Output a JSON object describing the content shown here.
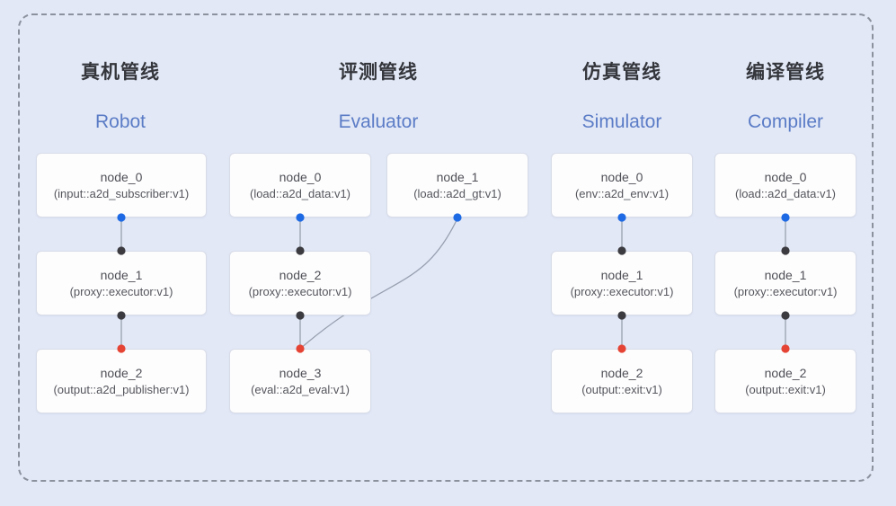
{
  "diagram": {
    "background_color": "#e2e8f6",
    "frame_border_color": "#8b919d",
    "colors": {
      "input_port_dot": "#1e6ae4",
      "internal_port_dot": "#3b3b40",
      "output_port_dot": "#e54435",
      "edge_line": "#98a0b0",
      "node_box_bg": "#fdfdfe",
      "node_box_border": "#d8dce7",
      "title_cn_color": "#34363c",
      "title_en_color": "#5b7cc6"
    },
    "pipelines": [
      {
        "title_cn": "真机管线",
        "title_en": "Robot",
        "nodes": [
          {
            "name": "node_0",
            "type": "(input::a2d_subscriber:v1)"
          },
          {
            "name": "node_1",
            "type": "(proxy::executor:v1)"
          },
          {
            "name": "node_2",
            "type": "(output::a2d_publisher:v1)"
          }
        ]
      },
      {
        "title_cn": "评测管线",
        "title_en": "Evaluator",
        "nodes": [
          {
            "name": "node_0",
            "type": "(load::a2d_data:v1)"
          },
          {
            "name": "node_1",
            "type": "(load::a2d_gt:v1)"
          },
          {
            "name": "node_2",
            "type": "(proxy::executor:v1)"
          },
          {
            "name": "node_3",
            "type": "(eval::a2d_eval:v1)"
          }
        ]
      },
      {
        "title_cn": "仿真管线",
        "title_en": "Simulator",
        "nodes": [
          {
            "name": "node_0",
            "type": "(env::a2d_env:v1)"
          },
          {
            "name": "node_1",
            "type": "(proxy::executor:v1)"
          },
          {
            "name": "node_2",
            "type": "(output::exit:v1)"
          }
        ]
      },
      {
        "title_cn": "编译管线",
        "title_en": "Compiler",
        "nodes": [
          {
            "name": "node_0",
            "type": "(load::a2d_data:v1)"
          },
          {
            "name": "node_1",
            "type": "(proxy::executor:v1)"
          },
          {
            "name": "node_2",
            "type": "(output::exit:v1)"
          }
        ]
      }
    ]
  }
}
